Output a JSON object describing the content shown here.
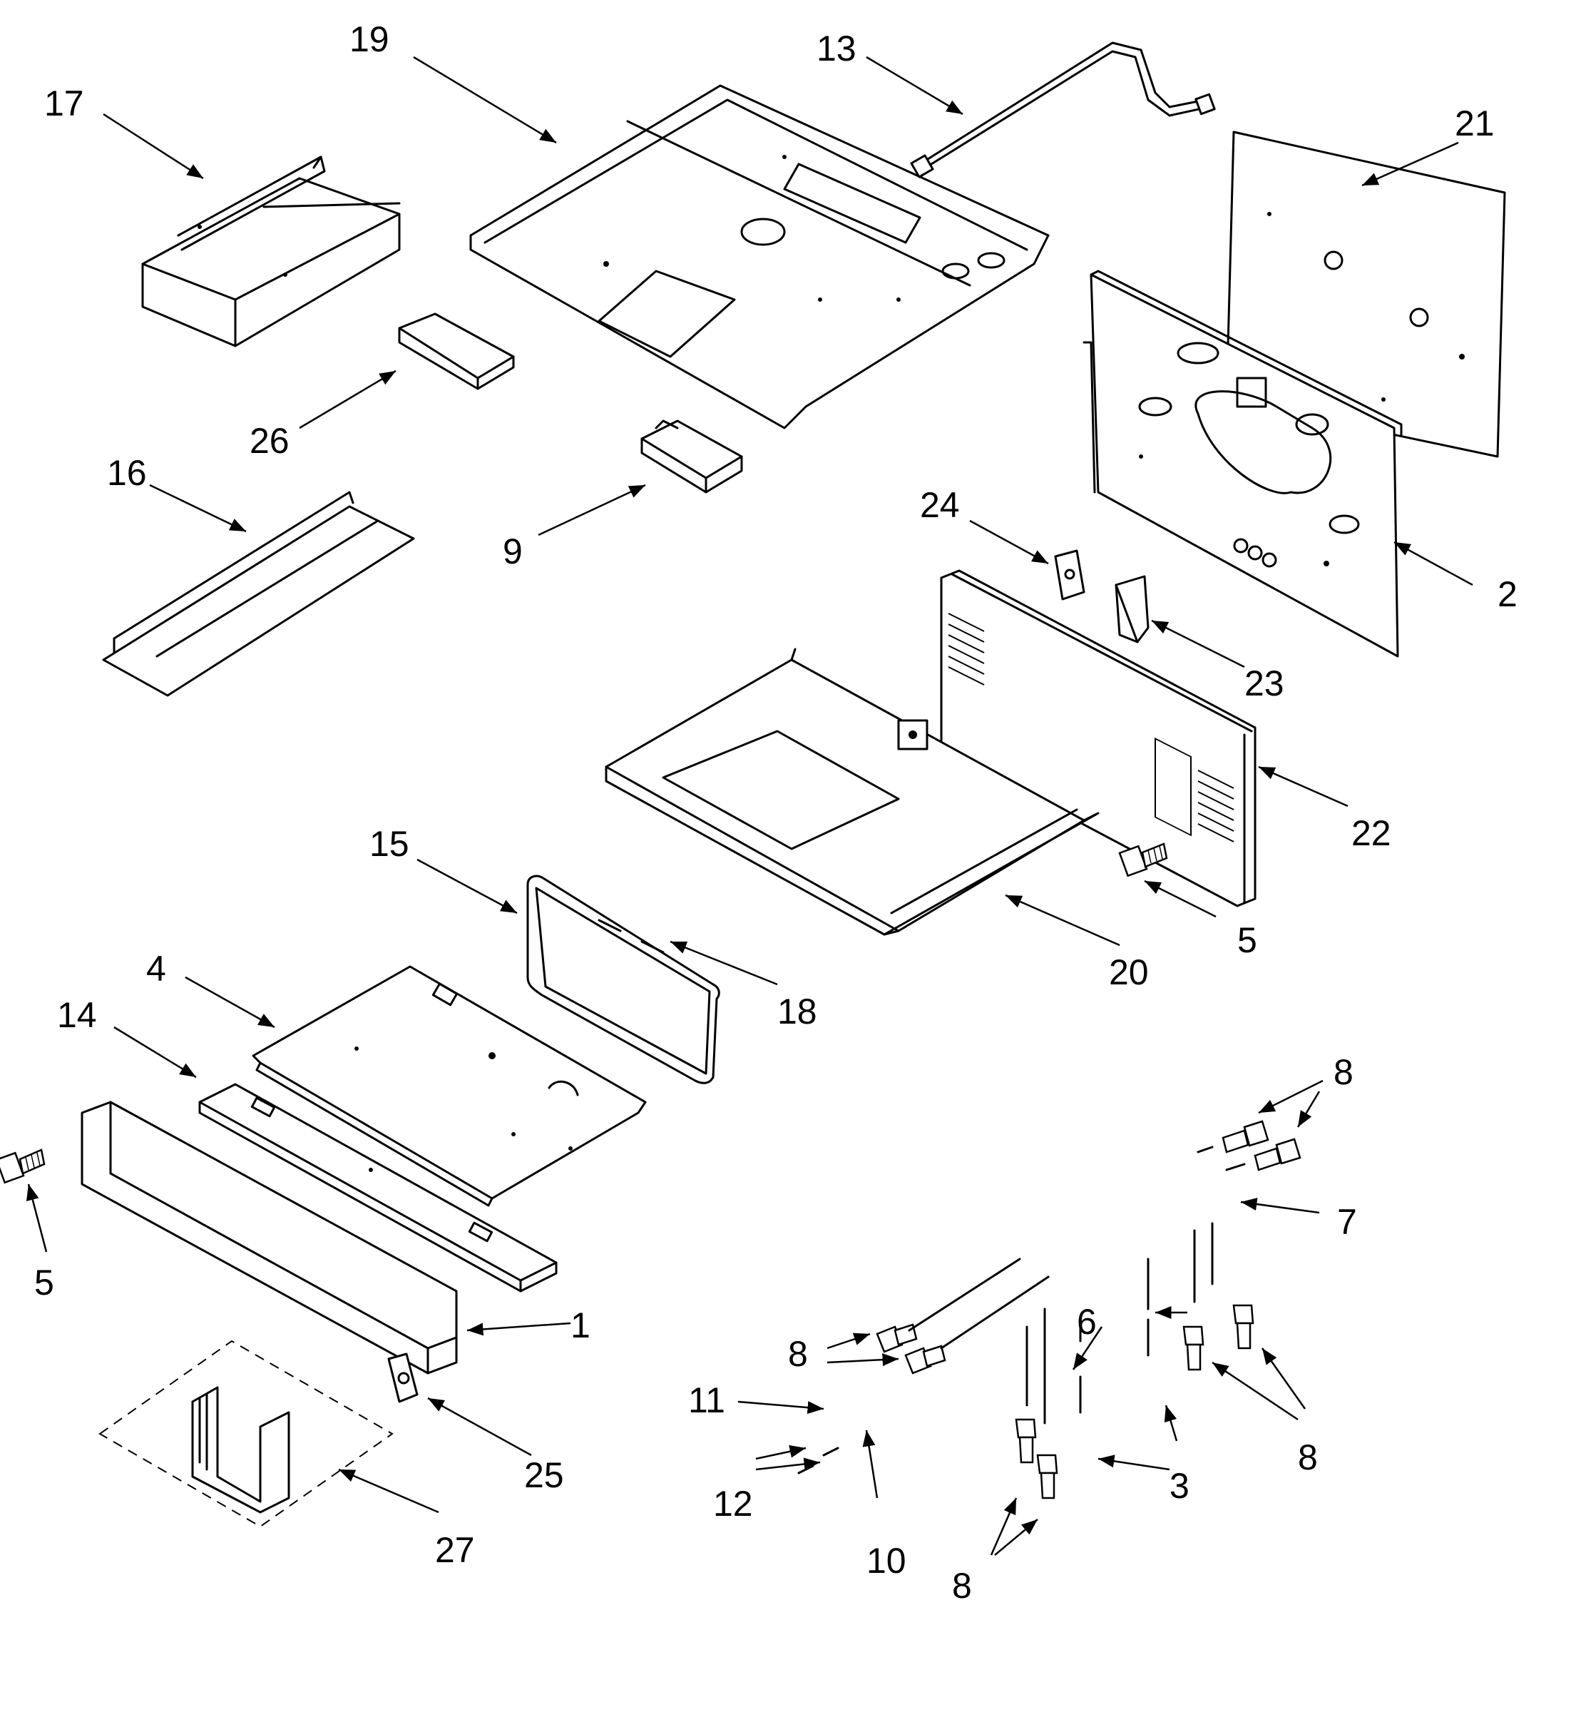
{
  "callouts": [
    {
      "id": "c17",
      "label": "17"
    },
    {
      "id": "c19",
      "label": "19"
    },
    {
      "id": "c13",
      "label": "13"
    },
    {
      "id": "c21",
      "label": "21"
    },
    {
      "id": "c26",
      "label": "26"
    },
    {
      "id": "c16",
      "label": "16"
    },
    {
      "id": "c9",
      "label": "9"
    },
    {
      "id": "c24",
      "label": "24"
    },
    {
      "id": "c2",
      "label": "2"
    },
    {
      "id": "c23",
      "label": "23"
    },
    {
      "id": "c22",
      "label": "22"
    },
    {
      "id": "c15",
      "label": "15"
    },
    {
      "id": "c5a",
      "label": "5"
    },
    {
      "id": "c20",
      "label": "20"
    },
    {
      "id": "c18",
      "label": "18"
    },
    {
      "id": "c4",
      "label": "4"
    },
    {
      "id": "c14",
      "label": "14"
    },
    {
      "id": "c8a",
      "label": "8"
    },
    {
      "id": "c7",
      "label": "7"
    },
    {
      "id": "c5b",
      "label": "5"
    },
    {
      "id": "c1",
      "label": "1"
    },
    {
      "id": "c6",
      "label": "6"
    },
    {
      "id": "c8b",
      "label": "8"
    },
    {
      "id": "c11",
      "label": "11"
    },
    {
      "id": "c8c",
      "label": "8"
    },
    {
      "id": "c25",
      "label": "25"
    },
    {
      "id": "c12",
      "label": "12"
    },
    {
      "id": "c3",
      "label": "3"
    },
    {
      "id": "c10",
      "label": "10"
    },
    {
      "id": "c27",
      "label": "27"
    },
    {
      "id": "c8d",
      "label": "8"
    }
  ]
}
